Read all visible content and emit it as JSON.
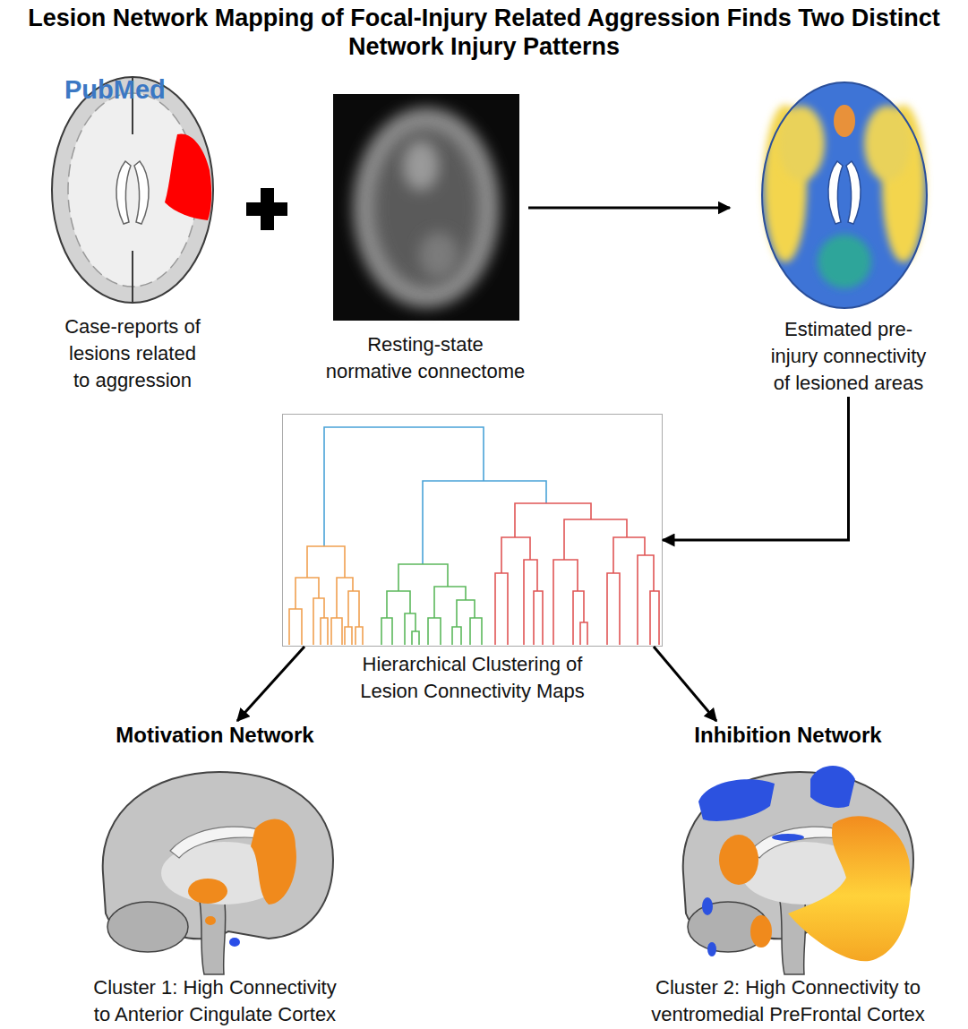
{
  "diagram": {
    "title": "Lesion Network Mapping of Focal-Injury Related Aggression Finds Two Distinct Network Injury Patterns",
    "nodes": [
      {
        "text": [
          "Case-reports of lesions related to aggression"
        ]
      },
      {
        "text": [
          "Resting-state normative connectome"
        ]
      },
      {
        "text": [
          "Estimated pre-injury connectivity of lesioned areas"
        ]
      },
      {
        "text": [
          "Hierarchical Clustering of Lesion Connectivity Maps"
        ]
      },
      {
        "text": [
          "Motivation Network",
          "Cluster 1: High Connectivity to Anterior Cingulate Cortex"
        ]
      },
      {
        "text": [
          "Inhibition Network",
          "Cluster 2: High Connectivity to ventromedial PreFrontal Cortex"
        ]
      }
    ],
    "edges": [
      {
        "from": 1,
        "to": 2,
        "arrow": "to"
      },
      {
        "from": 2,
        "to": 3,
        "arrow": "to"
      },
      {
        "from": 3,
        "to": 4,
        "arrow": "to"
      },
      {
        "from": 3,
        "to": 5,
        "arrow": "to"
      }
    ],
    "labels": [
      "PubMed"
    ]
  }
}
